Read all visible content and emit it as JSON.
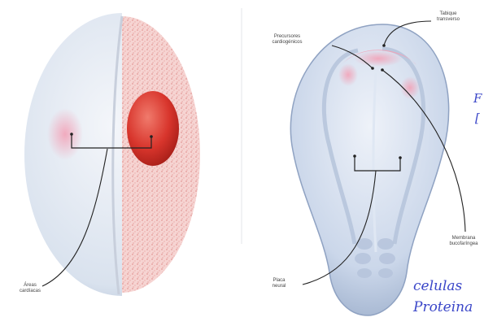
{
  "figure": {
    "left_panel": {
      "labels": {
        "cardiac_areas": "Áreas\ncardíacas"
      }
    },
    "right_panel": {
      "labels": {
        "cardiogenic_precursors": "Precursores\ncardiogénicos",
        "septum_transversum": "Tabique\ntransverso",
        "neural_plate": "Placa\nneural",
        "buccopharyngeal_membrane": "Membrana\nbucofaríngea"
      }
    },
    "handwriting": {
      "line1": "celulas",
      "line2": "Proteina",
      "margin_mark_1": "F",
      "margin_mark_2": "["
    },
    "colors": {
      "cardiac_red": "#d8352c",
      "pink_stipple": "#f4c9c9",
      "embryo_blue": "#c6d3e8",
      "ink_blue": "#3a46c8"
    }
  }
}
